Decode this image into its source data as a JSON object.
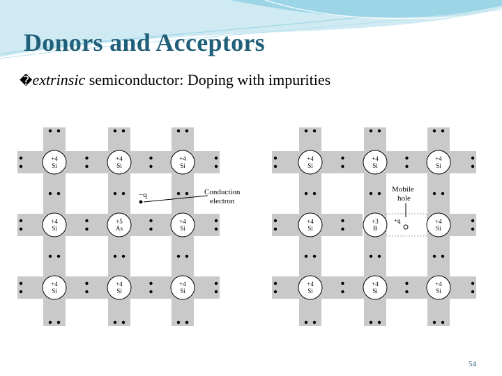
{
  "slide": {
    "title": "Donors and Acceptors",
    "bullet_glyph": "�",
    "subtitle_italic": "extrinsic",
    "subtitle_term": " semiconductor:",
    "subtitle_rest": " Doping with impurities",
    "page_number": "54"
  },
  "colors": {
    "title": "#1f5f79",
    "bond_gray": "#c9c9c9",
    "banner_light": "#cfeaf3",
    "banner_mid": "#8fd0e2"
  },
  "donor_lattice": {
    "rows": [
      [
        {
          "charge": "+4",
          "element": "Si"
        },
        {
          "charge": "+4",
          "element": "Si"
        },
        {
          "charge": "+4",
          "element": "Si"
        }
      ],
      [
        {
          "charge": "+4",
          "element": "Si"
        },
        {
          "charge": "+5",
          "element": "As"
        },
        {
          "charge": "+4",
          "element": "Si"
        }
      ],
      [
        {
          "charge": "+4",
          "element": "Si"
        },
        {
          "charge": "+4",
          "element": "Si"
        },
        {
          "charge": "+4",
          "element": "Si"
        }
      ]
    ],
    "extra_charge": "−q",
    "callout_line1": "Conduction",
    "callout_line2": "electron"
  },
  "acceptor_lattice": {
    "rows": [
      [
        {
          "charge": "+4",
          "element": "Si"
        },
        {
          "charge": "+4",
          "element": "Si"
        },
        {
          "charge": "+4",
          "element": "Si"
        }
      ],
      [
        {
          "charge": "+4",
          "element": "Si"
        },
        {
          "charge": "+3",
          "element": "B"
        },
        {
          "charge": "+4",
          "element": "Si"
        }
      ],
      [
        {
          "charge": "+4",
          "element": "Si"
        },
        {
          "charge": "+4",
          "element": "Si"
        },
        {
          "charge": "+4",
          "element": "Si"
        }
      ]
    ],
    "hole_charge": "+q",
    "callout_line1": "Mobile",
    "callout_line2": "hole"
  }
}
